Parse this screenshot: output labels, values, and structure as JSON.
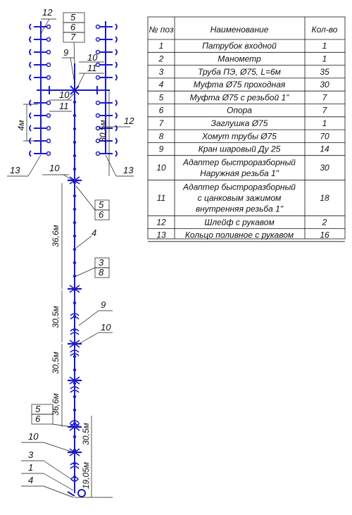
{
  "table": {
    "headers": [
      "№ поз",
      "Наименование",
      "Кол-во"
    ],
    "rows": [
      {
        "pos": "1",
        "name": [
          "Патрубок входной"
        ],
        "qty": "1"
      },
      {
        "pos": "2",
        "name": [
          "Манометр"
        ],
        "qty": "1"
      },
      {
        "pos": "3",
        "name": [
          "Труба ПЭ, Ø75, L=6м"
        ],
        "qty": "35"
      },
      {
        "pos": "4",
        "name": [
          "Муфта Ø75 проходная"
        ],
        "qty": "30"
      },
      {
        "pos": "5",
        "name": [
          "Муфта Ø75 с резьбой 1\""
        ],
        "qty": "7"
      },
      {
        "pos": "6",
        "name": [
          "Опора"
        ],
        "qty": "7"
      },
      {
        "pos": "7",
        "name": [
          "Заглушка Ø75"
        ],
        "qty": "1"
      },
      {
        "pos": "8",
        "name": [
          "Хомут трубы Ø75"
        ],
        "qty": "70"
      },
      {
        "pos": "9",
        "name": [
          "Кран шаровый Ду 25"
        ],
        "qty": "14"
      },
      {
        "pos": "10",
        "name": [
          "Адаптер быстроразборный",
          "Наружная резьба 1\""
        ],
        "qty": "30"
      },
      {
        "pos": "11",
        "name": [
          "Адаптер быстроразборный",
          "с цанковым зажимом",
          "внутренняя резьба 1\""
        ],
        "qty": "18"
      },
      {
        "pos": "12",
        "name": [
          "Шлейф с рукавом"
        ],
        "qty": "2"
      },
      {
        "pos": "13",
        "name": [
          "Кольцо поливное с рукавом"
        ],
        "qty": "16"
      }
    ]
  },
  "diagram": {
    "top_labels": {
      "l12_left": "12",
      "l5": "5",
      "l6": "6",
      "l7": "7",
      "l9": "9",
      "l10_right": "10",
      "l11_right": "11",
      "l10_left": "10",
      "l11_left": "11",
      "l12_right": "12",
      "l13_left": "13",
      "l13_right": "13"
    },
    "dims": {
      "d4m": "4м",
      "d30_5_top": "30,5м",
      "d36_6_a": "36,6м",
      "d30_5_a": "30,5м",
      "d30_5_b": "30,5м",
      "d36_6_b": "36,6м",
      "d30_5_c": "30,5м",
      "d19_05": "19,05м"
    },
    "main_labels": {
      "m10": "10",
      "m5": "5",
      "m6": "6",
      "m4": "4",
      "m3": "3",
      "m8": "8",
      "m9": "9",
      "m10b": "10",
      "m5b": "5",
      "m6b": "6",
      "m10c": "10",
      "m3b": "3",
      "m1": "1",
      "m4b": "4"
    }
  }
}
